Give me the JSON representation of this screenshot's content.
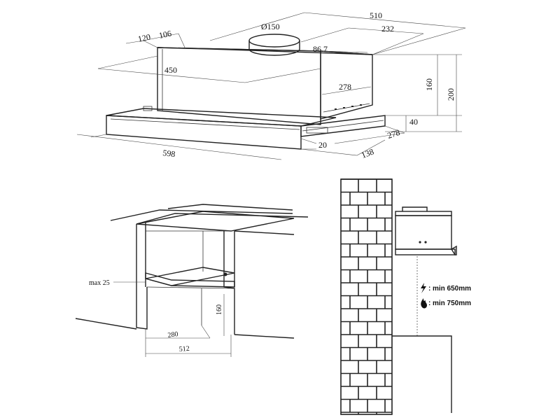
{
  "hood_dims": {
    "depth_total": "510",
    "top_depth": "232",
    "duct_diameter": "Ø150",
    "duct_offset": "86.7",
    "left_a": "120",
    "left_b": "106",
    "body_width": "450",
    "inner_depth": "278",
    "height_body": "160",
    "height_total": "200",
    "front_height": "40",
    "visor_depth": "278",
    "front_offset": "20",
    "visor_extension": "138",
    "overall_width": "598"
  },
  "cabinet_dims": {
    "max_gap": "max 25",
    "depth": "280",
    "width": "512",
    "height": "160"
  },
  "clearances": {
    "electric": "min 650mm",
    "gas": "min 750mm",
    "electric_icon": "lightning-icon",
    "gas_icon": "flame-icon",
    "label_prefix": ":"
  }
}
